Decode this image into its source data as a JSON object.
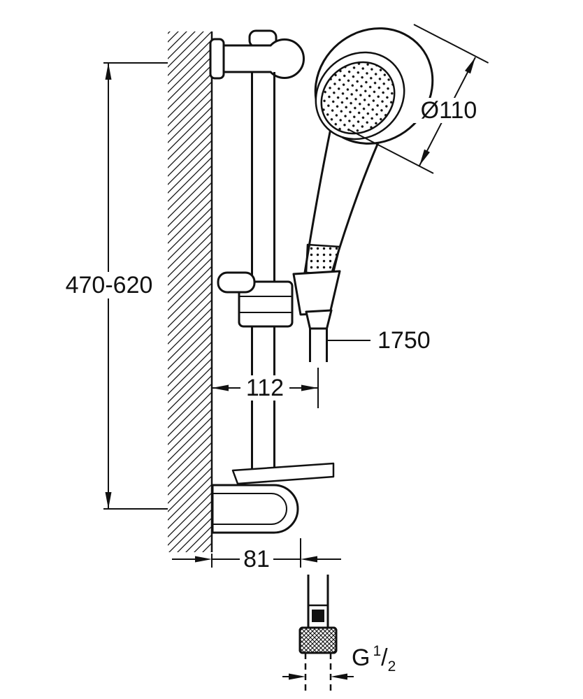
{
  "colors": {
    "line": "#111111",
    "background": "#ffffff"
  },
  "dims": {
    "rail_range": "470-620",
    "head_diameter": "Ø110",
    "hose_length": "1750",
    "offset_top": "112",
    "offset_bottom": "81",
    "thread_prefix": "G",
    "thread_numerator": "1",
    "thread_slash": "/",
    "thread_denominator": "2"
  }
}
